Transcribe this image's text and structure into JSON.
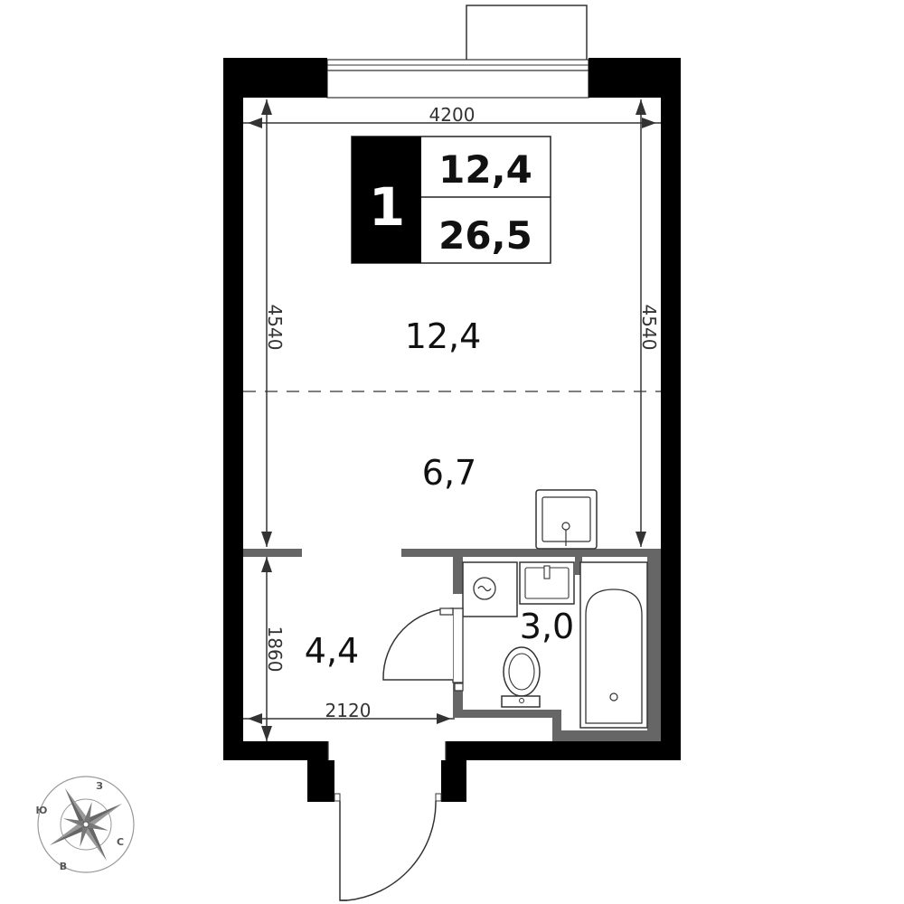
{
  "plan": {
    "badge": {
      "rooms": "1",
      "living_area": "12,4",
      "total_area": "26,5"
    },
    "dimensions": {
      "top_width": "4200",
      "left_height": "4540",
      "right_height": "4540",
      "hall_height": "1860",
      "hall_width": "2120"
    },
    "rooms": {
      "living": "12,4",
      "kitchen": "6,7",
      "hall": "4,4",
      "bathroom": "3,0"
    },
    "compass": {
      "north": "З",
      "east": "С",
      "south": "В",
      "west": "Ю"
    }
  }
}
